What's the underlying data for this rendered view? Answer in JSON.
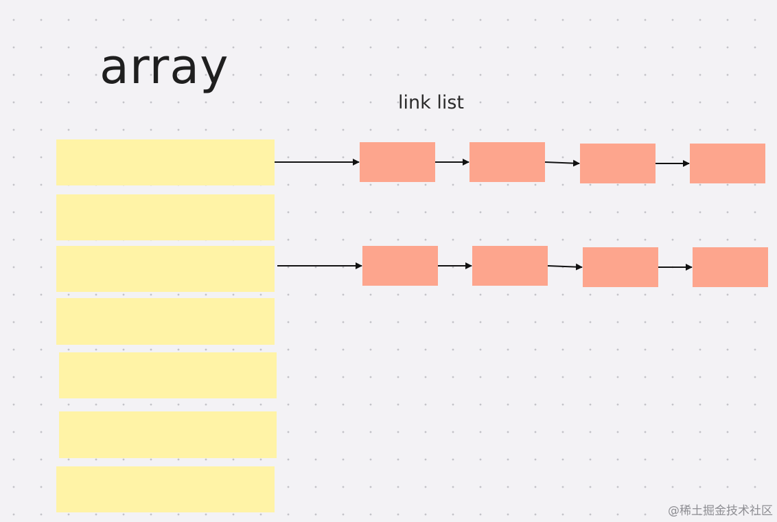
{
  "diagram": {
    "array_label": "array",
    "list_label": "link list",
    "colors": {
      "array_cell": "#fff3a6",
      "list_node": "#fda58d",
      "arrow": "#111111"
    }
  },
  "watermark": "@稀土掘金技术社区"
}
